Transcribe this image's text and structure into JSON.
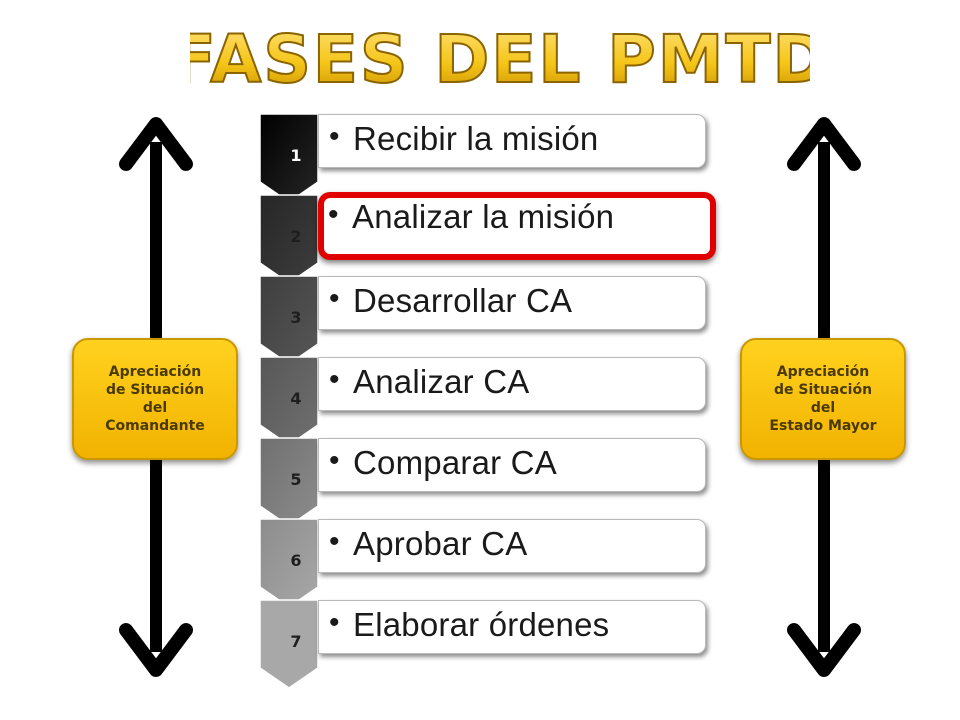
{
  "title": "FASES DEL PMTD",
  "left_label": "Apreciación\nde Situación\ndel\nComandante",
  "right_label": "Apreciación\nde Situación\ndel\nEstado Mayor",
  "steps": [
    {
      "num": "1",
      "label": "Recibir la misión",
      "highlighted": false
    },
    {
      "num": "2",
      "label": "Analizar la misión",
      "highlighted": true
    },
    {
      "num": "3",
      "label": "Desarrollar CA",
      "highlighted": false
    },
    {
      "num": "4",
      "label": "Analizar CA",
      "highlighted": false
    },
    {
      "num": "5",
      "label": "Comparar CA",
      "highlighted": false
    },
    {
      "num": "6",
      "label": "Aprobar CA",
      "highlighted": false
    },
    {
      "num": "7",
      "label": "Elaborar órdenes",
      "highlighted": false
    }
  ],
  "colors": {
    "title_gold": "#f5c518",
    "box_gold": "#ffd21f",
    "highlight_red": "#e10000",
    "arrow_black": "#000000"
  }
}
